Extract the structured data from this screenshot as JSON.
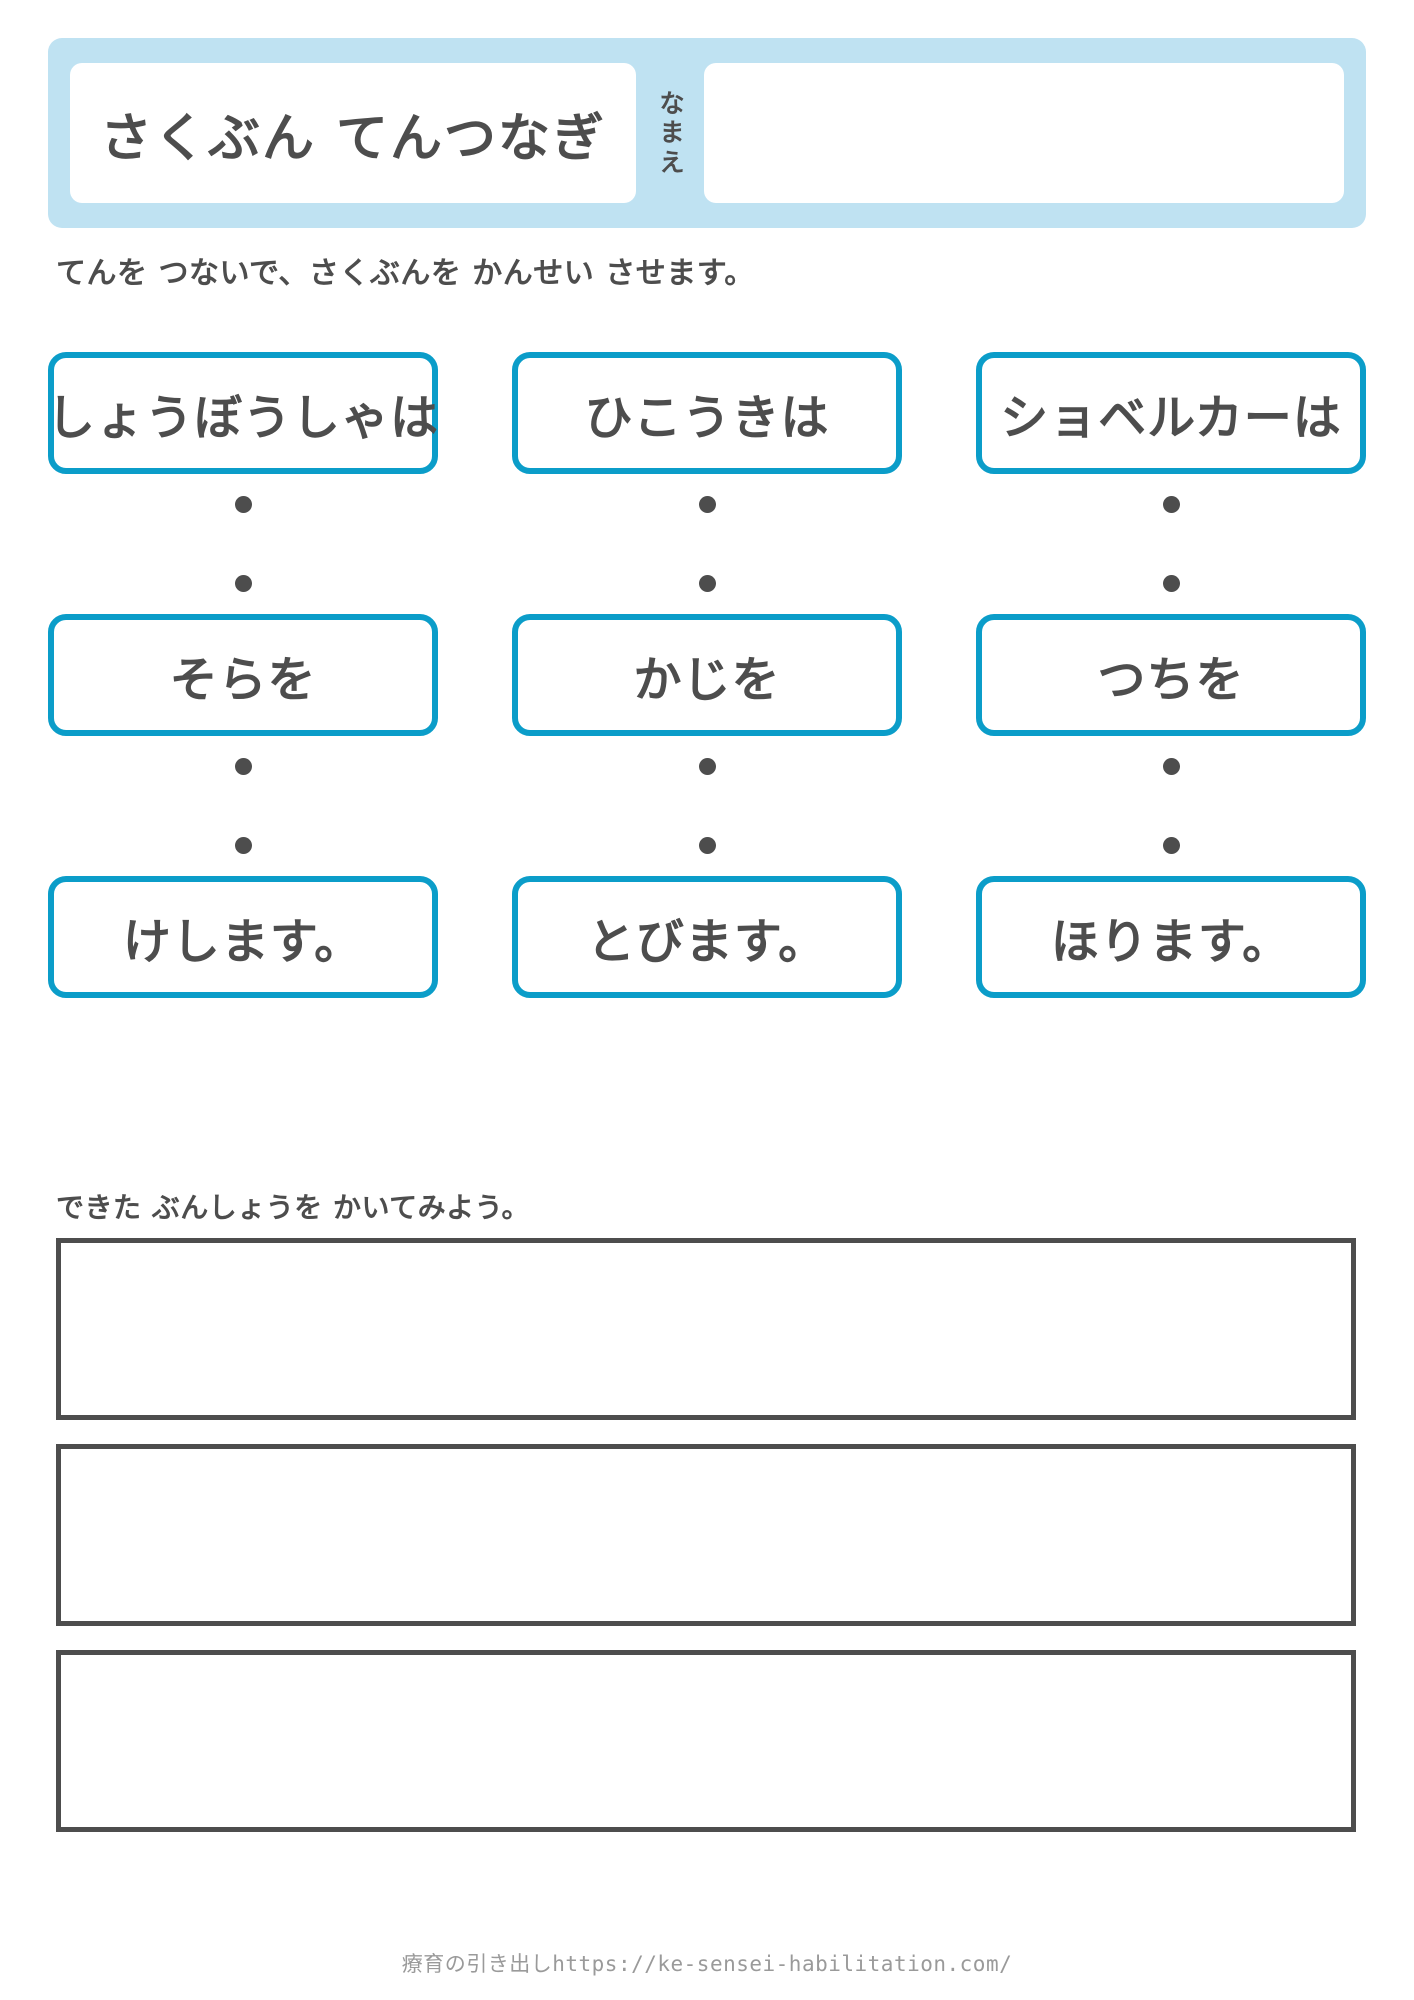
{
  "header": {
    "title": "さくぶん てんつなぎ",
    "name_label_chars": [
      "な",
      "ま",
      "え"
    ],
    "name_value": "",
    "band_color": "#bfe2f2"
  },
  "instruction": "てんを つないで、さくぶんを かんせい させます。",
  "colors": {
    "box_border": "#0b9dc9",
    "text": "#4d4d4d",
    "line_border": "#4d4d4d",
    "footer_text": "#9a9a9a"
  },
  "matching": {
    "rows": [
      {
        "row_index": 1,
        "cells": [
          {
            "label": "しょうぼうしゃは",
            "dot_below": true,
            "dot_above": false
          },
          {
            "label": "ひこうきは",
            "dot_below": true,
            "dot_above": false
          },
          {
            "label": "ショベルカーは",
            "dot_below": true,
            "dot_above": false
          }
        ]
      },
      {
        "row_index": 2,
        "cells": [
          {
            "label": "そらを",
            "dot_below": true,
            "dot_above": true
          },
          {
            "label": "かじを",
            "dot_below": true,
            "dot_above": true
          },
          {
            "label": "つちを",
            "dot_below": true,
            "dot_above": true
          }
        ]
      },
      {
        "row_index": 3,
        "cells": [
          {
            "label": "けします。",
            "dot_below": false,
            "dot_above": true
          },
          {
            "label": "とびます。",
            "dot_below": false,
            "dot_above": true
          },
          {
            "label": "ほります。",
            "dot_below": false,
            "dot_above": true
          }
        ]
      }
    ]
  },
  "writing": {
    "prompt": "できた ぶんしょうを かいてみよう。",
    "lines": [
      "",
      "",
      ""
    ]
  },
  "footer": {
    "text": "療育の引き出しhttps://ke-sensei-habilitation.com/"
  }
}
